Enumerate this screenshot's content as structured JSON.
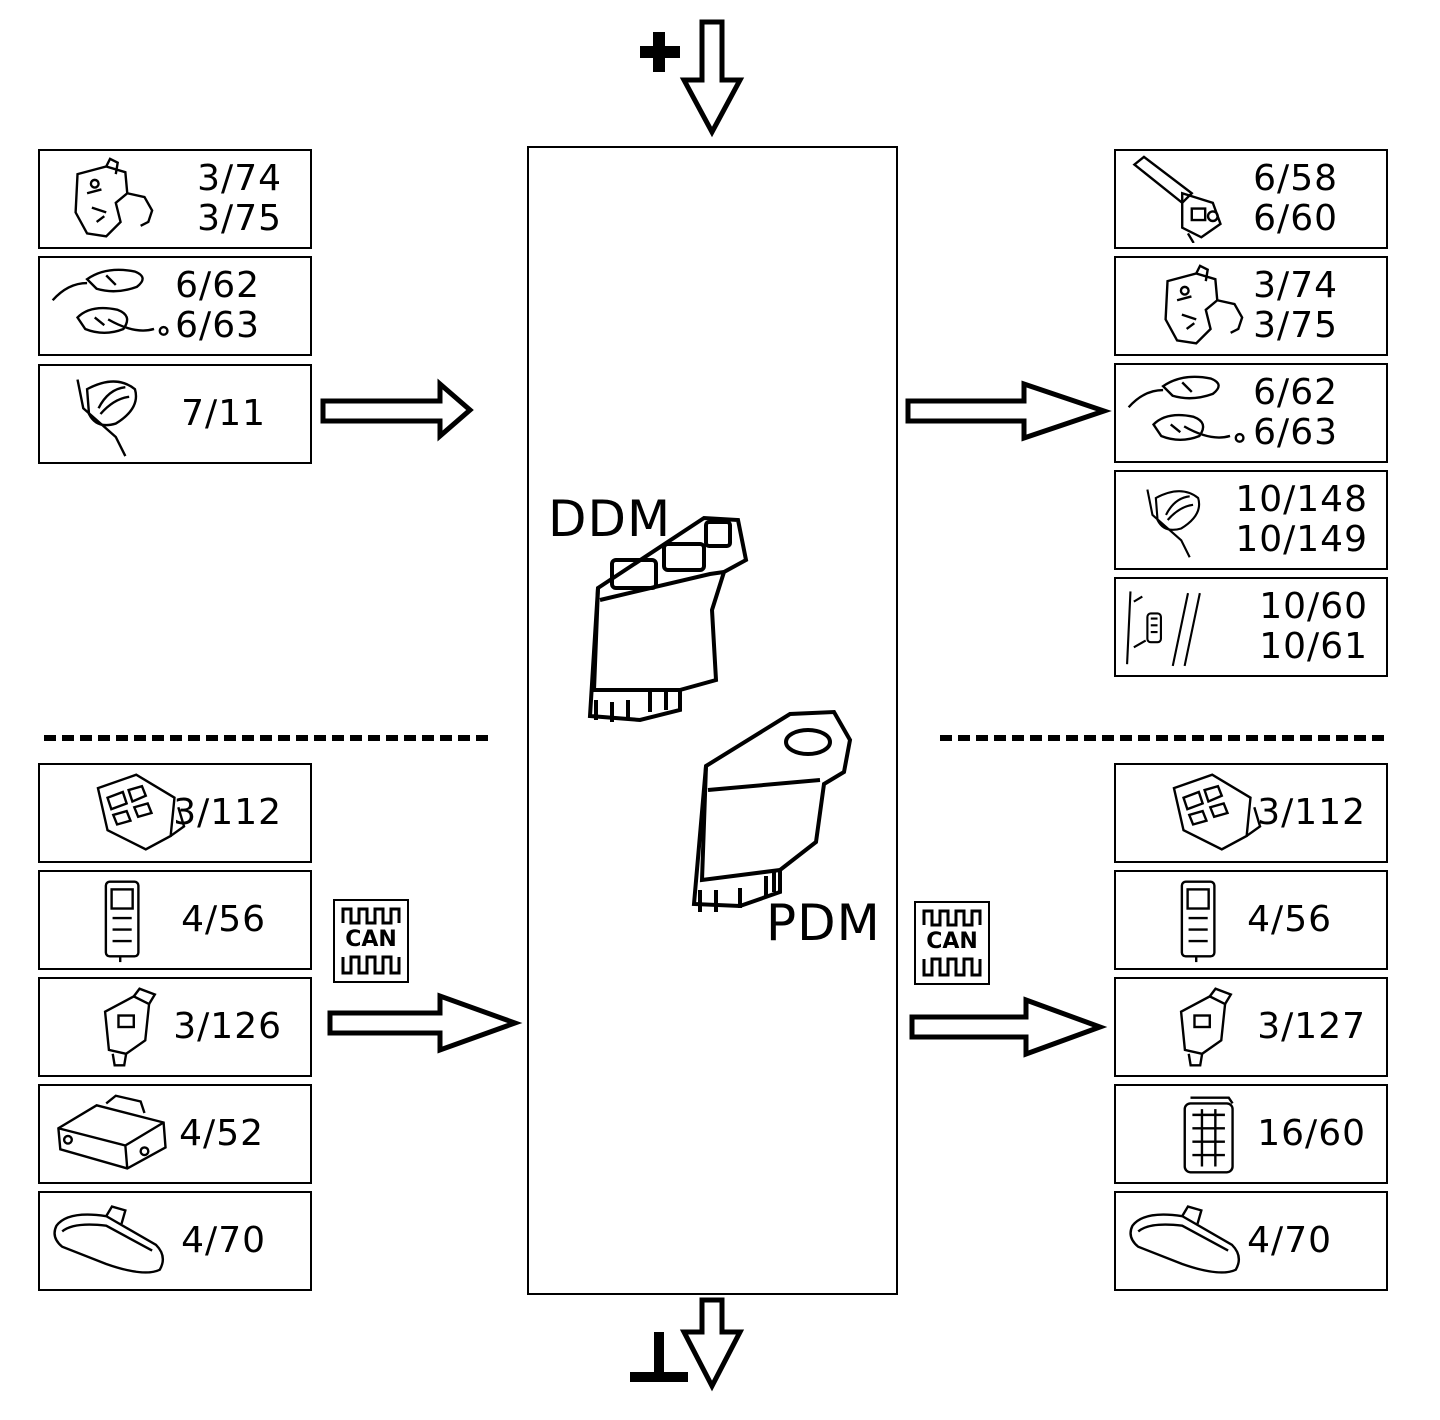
{
  "center": {
    "ddm_label": "DDM",
    "pdm_label": "PDM",
    "power_symbol": "+",
    "ground_symbol": "ground-symbol"
  },
  "can_badge": {
    "text": "CAN",
    "icon": "can-bus-icon"
  },
  "left_inputs": [
    {
      "icon": "door-lock-icon",
      "labels": [
        "3/74",
        "3/75"
      ]
    },
    {
      "icon": "mirror-pair-icon",
      "labels": [
        "6/62",
        "6/63"
      ]
    },
    {
      "icon": "door-handle-icon",
      "labels": [
        "7/11"
      ]
    }
  ],
  "left_can": [
    {
      "icon": "switch-panel-icon",
      "labels": [
        "3/112"
      ]
    },
    {
      "icon": "small-module-icon",
      "labels": [
        "4/56"
      ]
    },
    {
      "icon": "door-module-icon",
      "labels": [
        "3/126"
      ]
    },
    {
      "icon": "control-unit-icon",
      "labels": [
        "4/52"
      ]
    },
    {
      "icon": "rearview-mirror-icon",
      "labels": [
        "4/70"
      ]
    }
  ],
  "right_outputs": [
    {
      "icon": "window-motor-icon",
      "labels": [
        "6/58",
        "6/60"
      ]
    },
    {
      "icon": "door-lock-icon",
      "labels": [
        "3/74",
        "3/75"
      ]
    },
    {
      "icon": "mirror-pair-icon",
      "labels": [
        "6/62",
        "6/63"
      ]
    },
    {
      "icon": "door-handle-icon",
      "labels": [
        "10/148",
        "10/149"
      ]
    },
    {
      "icon": "door-light-icon",
      "labels": [
        "10/60",
        "10/61"
      ]
    }
  ],
  "right_can": [
    {
      "icon": "switch-panel-icon",
      "labels": [
        "3/112"
      ]
    },
    {
      "icon": "small-module-icon",
      "labels": [
        "4/56"
      ]
    },
    {
      "icon": "door-module-icon",
      "labels": [
        "3/127"
      ]
    },
    {
      "icon": "relay-module-icon",
      "labels": [
        "16/60"
      ]
    },
    {
      "icon": "rearview-mirror-icon",
      "labels": [
        "4/70"
      ]
    }
  ]
}
